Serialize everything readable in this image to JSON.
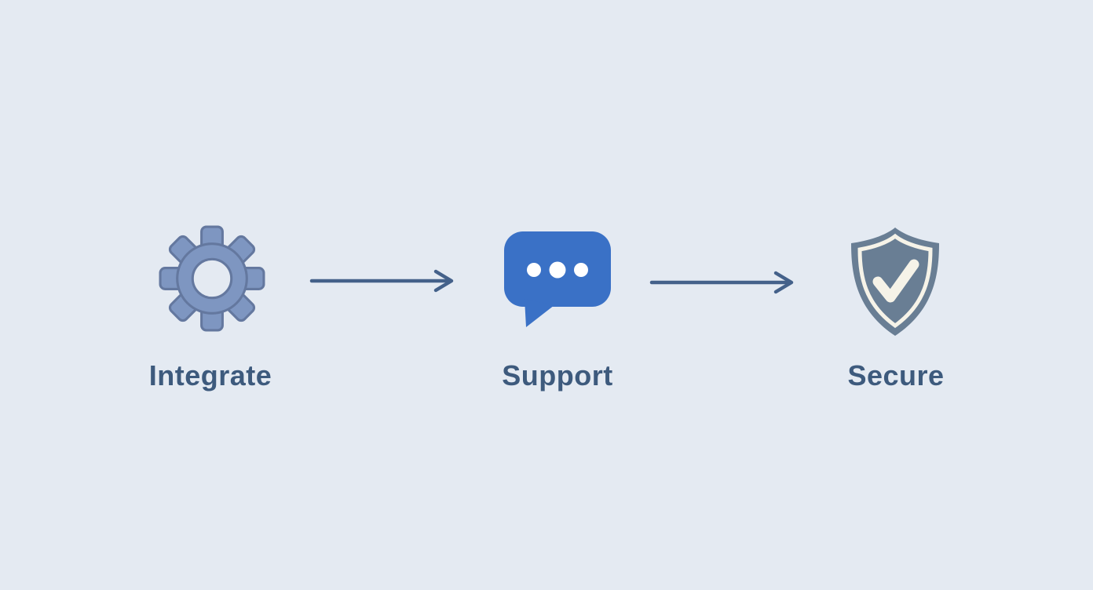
{
  "diagram": {
    "type": "process-flow",
    "steps": [
      {
        "label": "Integrate",
        "icon": "gear-icon",
        "icon_color": "#7e96c1"
      },
      {
        "label": "Support",
        "icon": "chat-bubble-icon",
        "icon_color": "#3a71c6"
      },
      {
        "label": "Secure",
        "icon": "shield-check-icon",
        "icon_color": "#697e94"
      }
    ],
    "connectors": [
      {
        "from": "Integrate",
        "to": "Support"
      },
      {
        "from": "Support",
        "to": "Secure"
      }
    ]
  },
  "colors": {
    "background": "#e4eaf2",
    "label_text": "#3d5a7d",
    "arrow": "#44618a",
    "gear_fill": "#7e96c1",
    "gear_edge": "#64789f",
    "bubble_fill": "#3a71c6",
    "bubble_dot": "#ffffff",
    "shield_fill": "#697e94",
    "shield_edge": "#5b7087",
    "shield_check": "#f6f3e8"
  }
}
